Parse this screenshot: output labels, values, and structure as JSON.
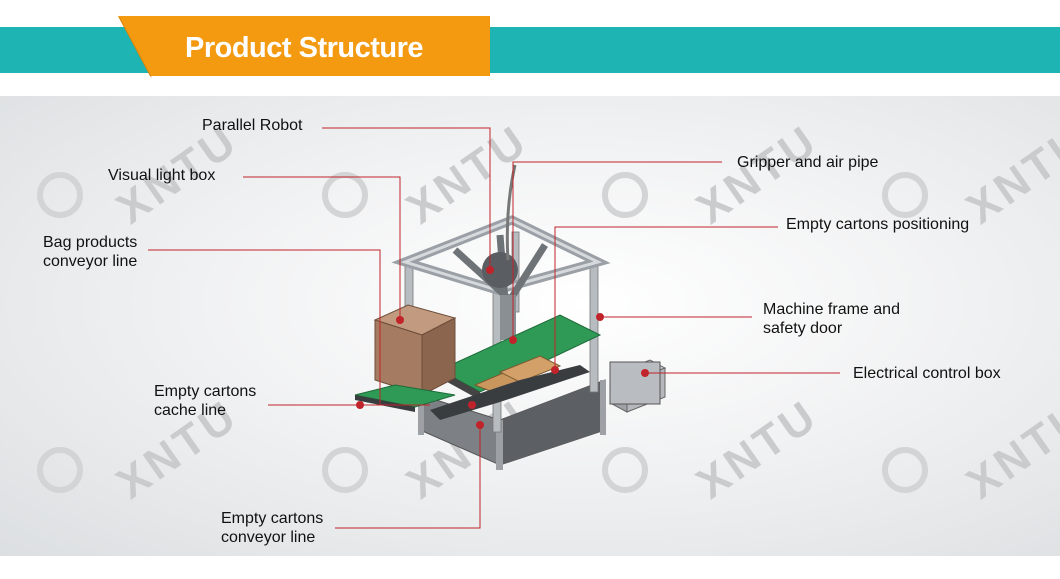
{
  "header": {
    "title": "Product Structure"
  },
  "colors": {
    "teal": "#1fb4b4",
    "orange": "#f39a11",
    "leader": "#c0242a",
    "conveyor": "#2f9a55",
    "box": "#a57b61"
  },
  "watermark": {
    "text": "XNTU"
  },
  "labels": {
    "parallel_robot": "Parallel Robot",
    "visual_light_box": "Visual light box",
    "bag_products_1": "Bag products",
    "bag_products_2": "conveyor line",
    "gripper": "Gripper and air pipe",
    "empty_cartons_positioning": "Empty cartons positioning",
    "machine_frame_1": "Machine frame and",
    "machine_frame_2": "safety door",
    "electrical_control_box": "Electrical control box",
    "cache_1": "Empty cartons",
    "cache_2": "cache line",
    "conveyor_1": "Empty cartons",
    "conveyor_2": "conveyor line"
  }
}
